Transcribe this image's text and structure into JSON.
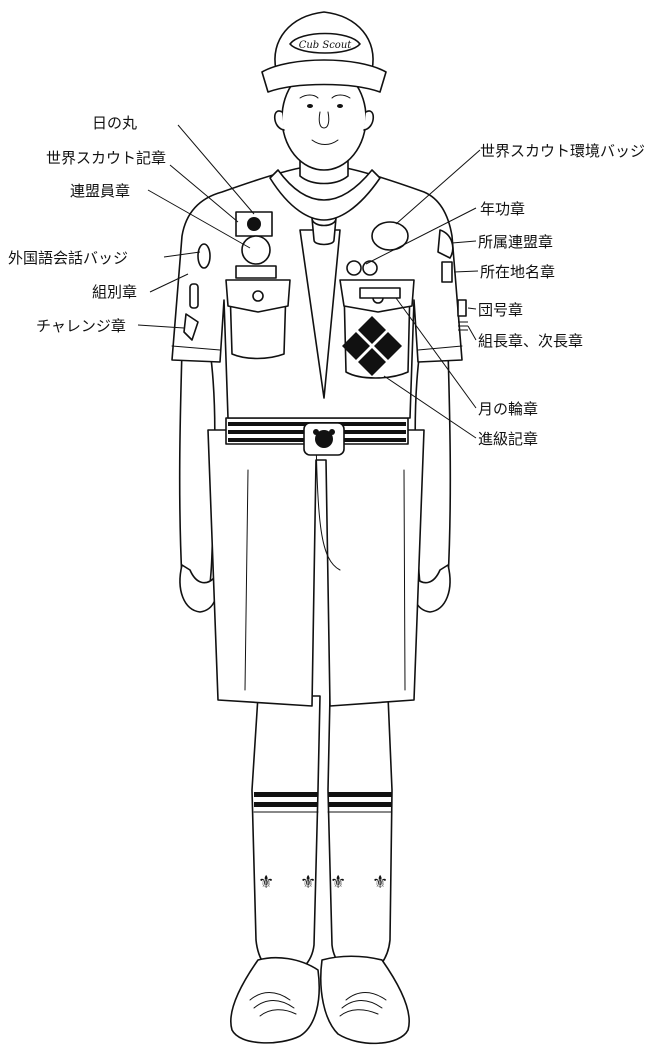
{
  "labels": {
    "hinomaru": "日の丸",
    "world_badge_left": "世界スカウト記章",
    "federation_badge": "連盟員章",
    "foreign_language_badge": "外国語会話バッジ",
    "group_badge": "組別章",
    "challenge_badge": "チャレンジ章",
    "world_environment_badge": "世界スカウト環境バッジ",
    "service_year_badge": "年功章",
    "affiliated_federation_badge": "所属連盟章",
    "location_badge": "所在地名章",
    "troop_number_badge": "団号章",
    "leader_badges": "組長章、次長章",
    "moon_ring_badge": "月の輪章",
    "advancement_badge": "進級記章"
  },
  "cap_text": "Cub Scout",
  "colors": {
    "line": "#111111",
    "fill": "#ffffff"
  }
}
